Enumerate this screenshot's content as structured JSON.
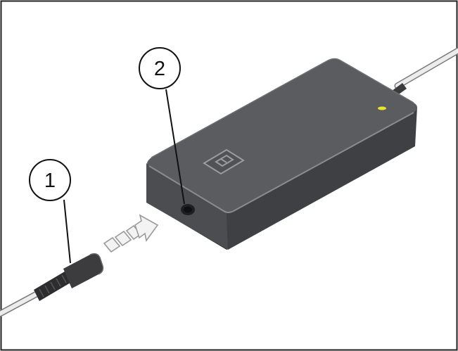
{
  "callouts": [
    {
      "label": "1",
      "refers_to": "power-cord-plug"
    },
    {
      "label": "2",
      "refers_to": "adapter-power-socket"
    }
  ],
  "colors": {
    "frame": "#222222",
    "adapter_body": "#4a4c4f",
    "adapter_top": "#5b5d61",
    "status_led": "#e5e52a",
    "cable": "#e6e6e6",
    "plug": "#3a3a3a",
    "arrow_fill": "#f2f2f2"
  },
  "icons": {
    "adapter_logo": "square-brand-logo-icon",
    "insert_arrow": "insert-arrow-icon"
  }
}
